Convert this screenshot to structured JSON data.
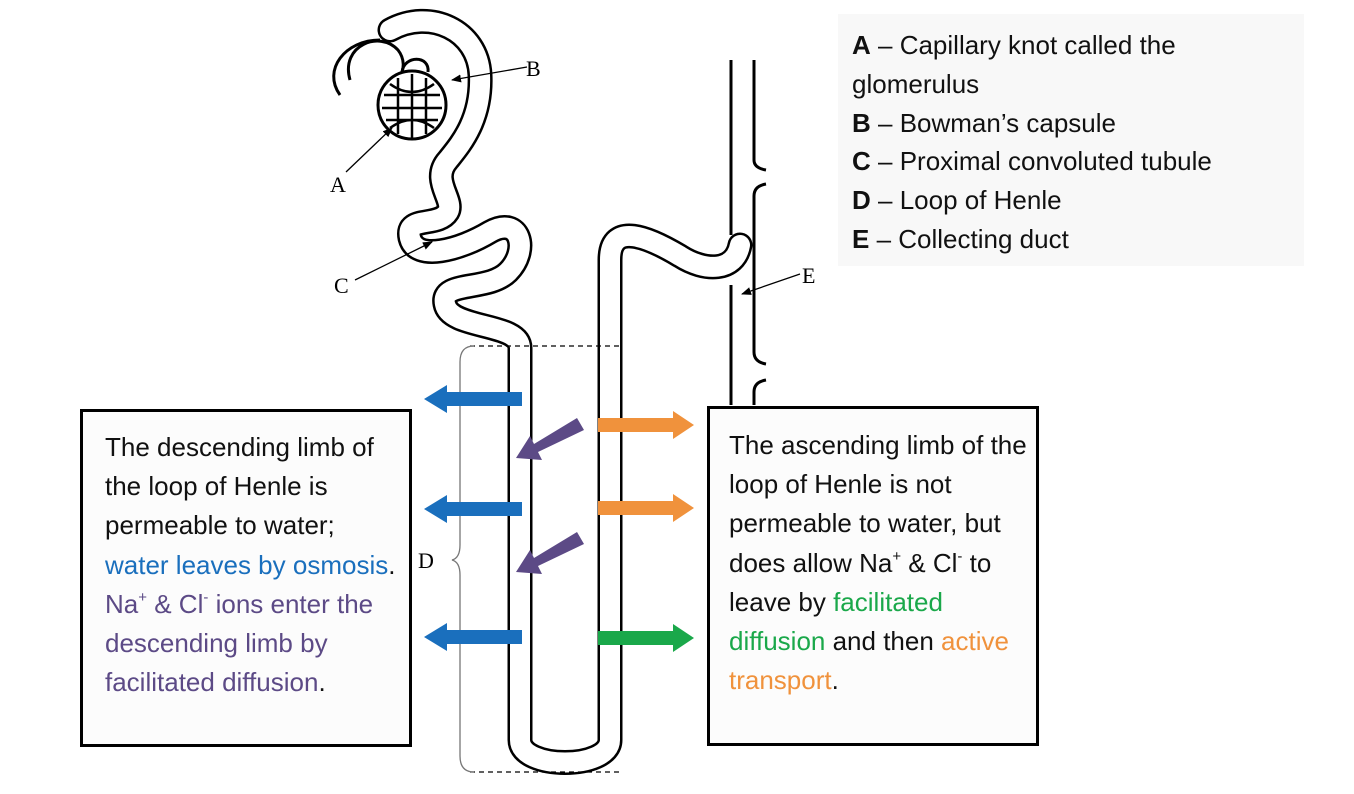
{
  "diagram_labels": {
    "A": "A",
    "B": "B",
    "C": "C",
    "D": "D",
    "E": "E"
  },
  "legend": [
    {
      "letter": "A",
      "text": " – Capillary knot called the glomerulus"
    },
    {
      "letter": "B",
      "text": " – Bowman’s capsule"
    },
    {
      "letter": "C",
      "text": " – Proximal convoluted tubule"
    },
    {
      "letter": "D",
      "text": " – Loop of Henle"
    },
    {
      "letter": "E",
      "text": " – Collecting duct"
    }
  ],
  "left_note": {
    "part1": "The descending limb of the loop of Henle is permeable to water; ",
    "water_text": "water leaves by osmosis",
    "part2": ". ",
    "ion_1": "Na",
    "ion_1_sup": "+",
    "ion_mid": " & Cl",
    "ion_2_sup": "-",
    "ion_tail": " ions enter the descending limb by facilitated diffusion",
    "end": "."
  },
  "right_note": {
    "part1": "The ascending limb of the loop of Henle is not permeable to water, but does allow Na",
    "sup1": "+",
    "mid": " & Cl",
    "sup2": "-",
    "part2": " to leave by ",
    "green_text": "facilitated diffusion",
    "part3": " and then ",
    "orange_text": "active transport",
    "end": "."
  },
  "colors": {
    "water_arrow": "#1a6fbd",
    "ion_in_arrow": "#5c4a86",
    "facilitated_arrow": "#1aa84a",
    "active_arrow": "#f0923c"
  }
}
